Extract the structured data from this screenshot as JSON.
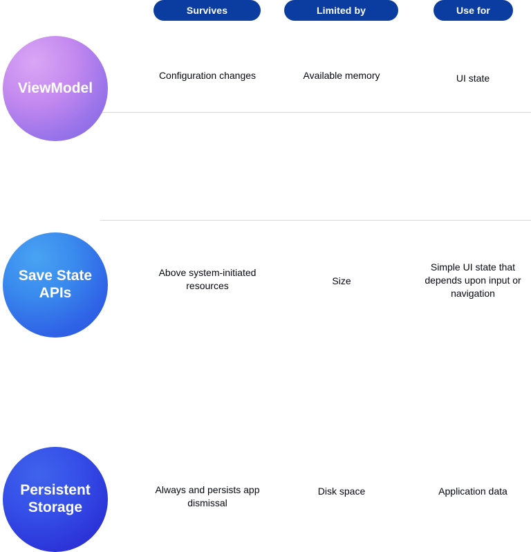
{
  "headers": {
    "survives": "Survives",
    "limited_by": "Limited by",
    "use_for": "Use for"
  },
  "colors": {
    "pill_background": "#0b3ca0",
    "pill_text": "#ffffff",
    "cell_text": "#05060f",
    "divider": "#d8d8d8",
    "circle_1_from": "#d9a6f5",
    "circle_1_to": "#7a63e4",
    "circle_2_from": "#49a3f2",
    "circle_2_to": "#2b4ee0",
    "circle_3_from": "#3f63ec",
    "circle_3_to": "#2a23c9"
  },
  "rows": [
    {
      "label": "ViewModel",
      "survives": "Configuration changes",
      "limited_by": "Available memory",
      "use_for": "UI state"
    },
    {
      "label": "Save State APIs",
      "survives": "Above system-initiated resources",
      "limited_by": "Size",
      "use_for": "Simple UI state that depends upon input or navigation"
    },
    {
      "label": "Persistent Storage",
      "survives": "Always and persists app dismissal",
      "limited_by": "Disk space",
      "use_for": "Application data"
    }
  ]
}
